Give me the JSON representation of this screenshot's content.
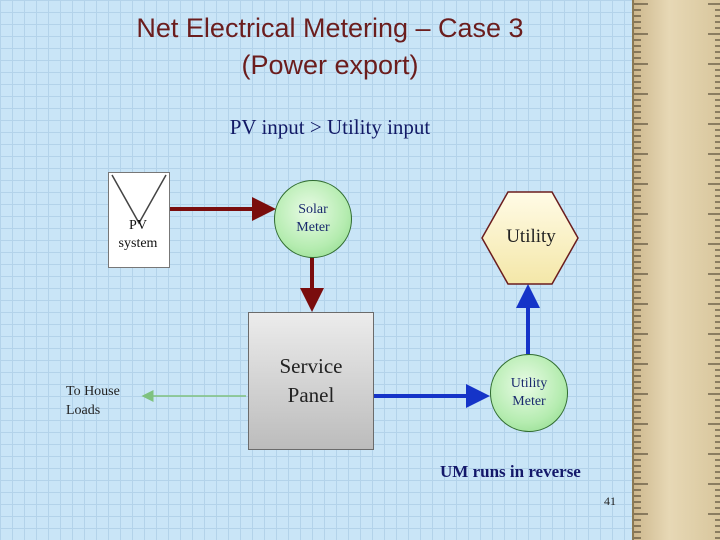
{
  "slide": {
    "title_line1": "Net Electrical Metering – Case 3",
    "title_line2": "(Power export)",
    "subtitle": "PV input > Utility input",
    "page_number": "41"
  },
  "diagram": {
    "pv": {
      "line1": "PV",
      "line2": "system"
    },
    "solar_meter": {
      "line1": "Solar",
      "line2": "Meter"
    },
    "utility": "Utility",
    "service_panel": {
      "line1": "Service",
      "line2": "Panel"
    },
    "utility_meter": {
      "line1": "Utility",
      "line2": "Meter"
    },
    "house_loads": {
      "line1": "To House",
      "line2": "Loads"
    },
    "caption": "UM runs in reverse"
  },
  "colors": {
    "pv_flow": "#7a0d0d",
    "export_flow": "#1534c8",
    "load_flow": "#7fc27f"
  }
}
